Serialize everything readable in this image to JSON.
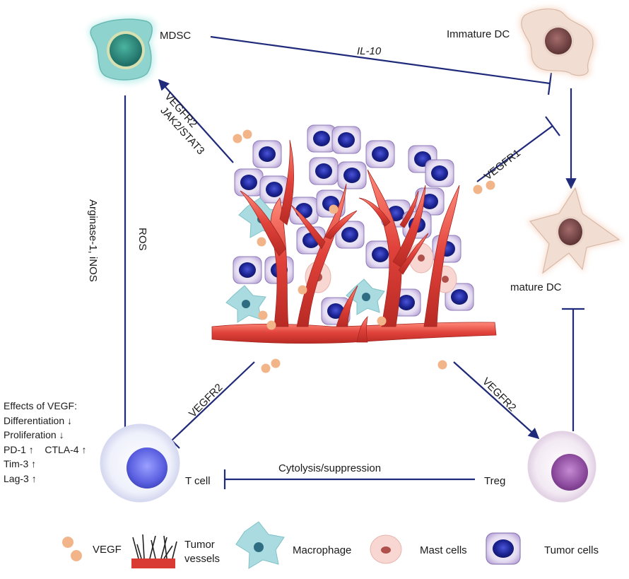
{
  "cells": {
    "mdsc": "MDSC",
    "immature_dc": "Immature DC",
    "mature_dc": "mature DC",
    "t_cell": "T cell",
    "treg": "Treg"
  },
  "edges": {
    "il10": "IL-10",
    "vegfr2_mdsc": "VEGFR2",
    "jak_stat": "JAK2/STAT3",
    "vegfr1": "VEGFR1",
    "arginase": "Arginase-1, iNOS",
    "ros": "ROS",
    "vegfr2_tcell": "VEGFR2",
    "vegfr2_treg": "VEGFR2",
    "cytolysis": "Cytolysis/suppression"
  },
  "effects": {
    "title": "Effects of VEGF:",
    "items": [
      "Differentiation ↓",
      "Proliferation ↓",
      "PD-1 ↑    CTLA-4 ↑",
      "Tim-3 ↑",
      "Lag-3 ↑"
    ]
  },
  "legend": {
    "vegf": "VEGF",
    "vessels_1": "Tumor",
    "vessels_2": "vessels",
    "macrophage": "Macrophage",
    "mast": "Mast cells",
    "tumor": "Tumor  cells"
  },
  "colors": {
    "arrow": "#1f2a7a",
    "vegf_dot": "#f2b58a",
    "vessel": "#d93a34",
    "mdsc": "#8fd3cf",
    "tcell": "#6a6ee0",
    "treg": "#9a5aa8",
    "dc": "#f1ddd2"
  }
}
